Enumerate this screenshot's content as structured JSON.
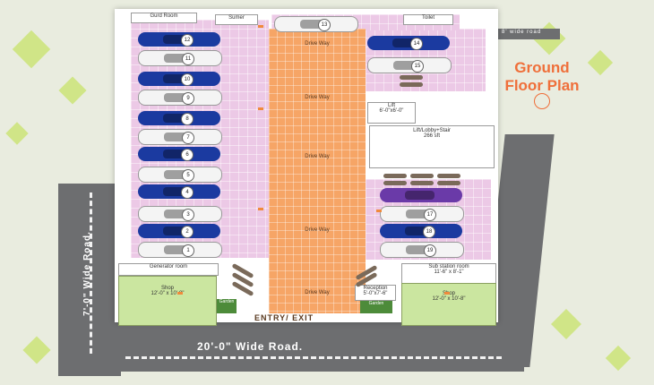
{
  "title": {
    "line1": "Ground",
    "line2": "Floor Plan"
  },
  "roads": {
    "bottom": "20'-0\" Wide Road.",
    "left": "7'-0\" Wide Road.",
    "top_right": "8' wide road"
  },
  "rooms": {
    "guard_room": "Gurd Room",
    "toilet_top_left": "Sumer",
    "toilet_top_right": "Toilet",
    "lift": "Lift\n6'-0\"x6'-0\"",
    "lift_lobby": "Lift/Lobby+Stair\n266 sft",
    "generator_room": "Generator room",
    "substation_room": "Sub station room\n11'-6\" x 8'-1\"",
    "reception": "Reception\n5'-0\"x7'-6\"",
    "shop_left": "Shop\n12'-0\" x 10'-8\"",
    "shop_right": "Shop\n12'-0\" x 10'-8\"",
    "garden_left": "Garden",
    "garden_right": "Garden"
  },
  "driveway_labels": [
    "Drive Way",
    "Drive Way",
    "Drive Way",
    "Drive Way",
    "Drive Way"
  ],
  "entry_exit": "ENTRY/ EXIT",
  "cars": {
    "top": "13",
    "left": [
      "12",
      "11",
      "10",
      "9",
      "8",
      "7",
      "6",
      "5",
      "4",
      "3",
      "2",
      "1"
    ],
    "right": [
      "14",
      "15",
      "17",
      "18",
      "19"
    ]
  },
  "colors": {
    "accent": "#ef6f3a",
    "driveway": "#f6a566",
    "parking": "#ecc9e6",
    "car_blue": "#1b3aa0",
    "road": "#6d6e70"
  }
}
